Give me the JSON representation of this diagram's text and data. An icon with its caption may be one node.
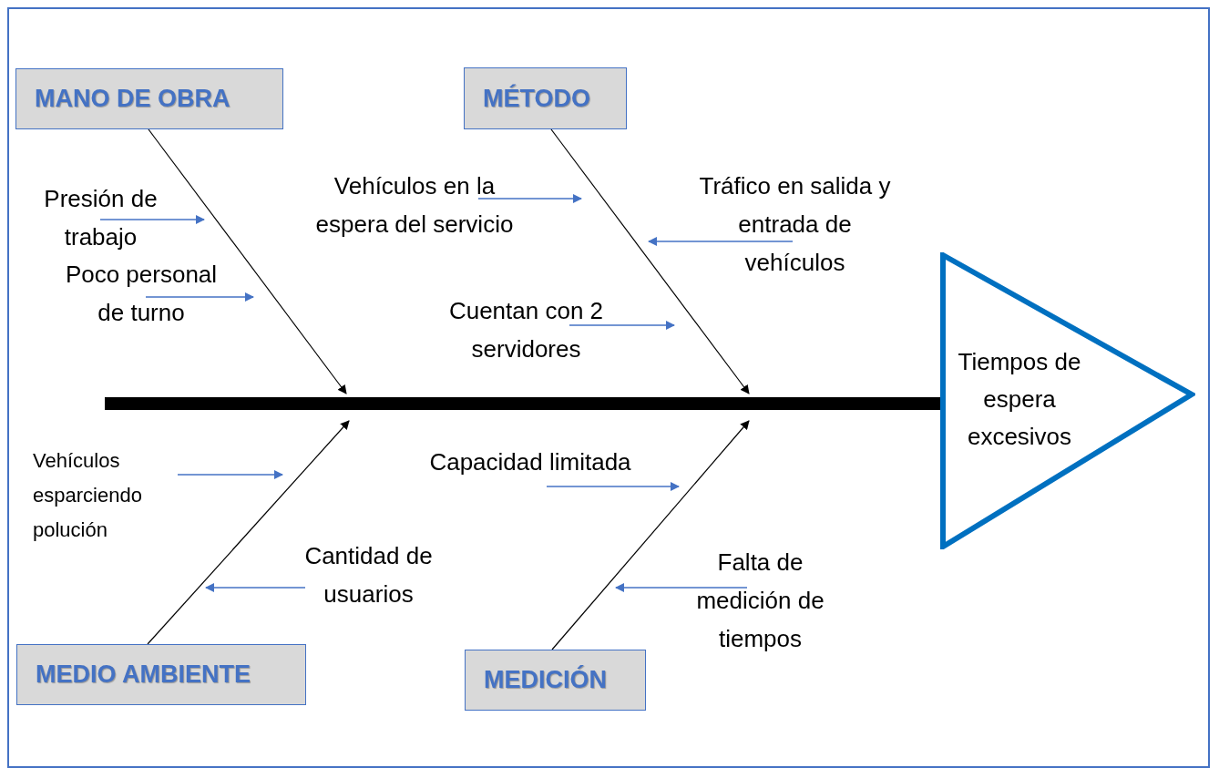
{
  "diagram": {
    "nodes": [
      {
        "text": [
          "MANO DE OBRA"
        ]
      },
      {
        "text": [
          "MÉTODO"
        ]
      },
      {
        "text": [
          "Presión de trabajo"
        ]
      },
      {
        "text": [
          "Poco personal de turno"
        ]
      },
      {
        "text": [
          "Vehículos en la espera del servicio"
        ]
      },
      {
        "text": [
          "Tráfico en salida y entrada de vehículos"
        ]
      },
      {
        "text": [
          "Cuentan con 2 servidores"
        ]
      },
      {
        "text": [
          "Tiempos de espera excesivos"
        ]
      },
      {
        "text": [
          "Vehículos esparciendo polución"
        ]
      },
      {
        "text": [
          "Capacidad limitada"
        ]
      },
      {
        "text": [
          "Cantidad de usuarios"
        ]
      },
      {
        "text": [
          "Falta de medición de tiempos"
        ]
      },
      {
        "text": [
          "MEDIO AMBIENTE"
        ]
      },
      {
        "text": [
          "MEDICIÓN"
        ]
      }
    ],
    "edges": [
      {
        "from": null,
        "to": 7,
        "arrow": "none",
        "style": "thick",
        "color": "#000000"
      },
      {
        "from": 0,
        "to": null,
        "arrow": "to",
        "color": "#000000"
      },
      {
        "from": 1,
        "to": null,
        "arrow": "to",
        "color": "#000000"
      },
      {
        "from": 12,
        "to": null,
        "arrow": "to",
        "color": "#000000"
      },
      {
        "from": 13,
        "to": null,
        "arrow": "to",
        "color": "#000000"
      },
      {
        "from": 2,
        "to": null,
        "arrow": "to"
      },
      {
        "from": 3,
        "to": null,
        "arrow": "to"
      },
      {
        "from": 4,
        "to": null,
        "arrow": "to"
      },
      {
        "from": 5,
        "to": null,
        "arrow": "to"
      },
      {
        "from": 6,
        "to": null,
        "arrow": "to"
      },
      {
        "from": 8,
        "to": null,
        "arrow": "to"
      },
      {
        "from": 9,
        "to": null,
        "arrow": "to"
      },
      {
        "from": 10,
        "to": null,
        "arrow": "to"
      },
      {
        "from": 11,
        "to": null,
        "arrow": "to"
      }
    ]
  }
}
